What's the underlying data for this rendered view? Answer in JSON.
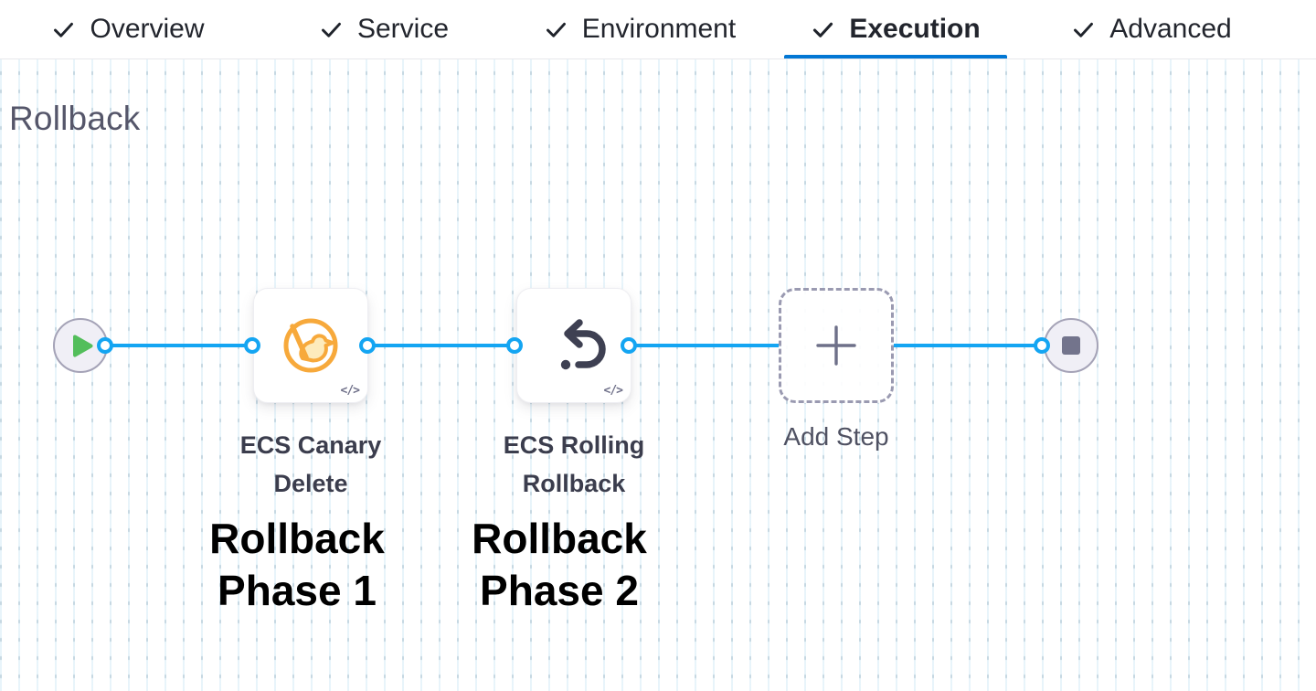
{
  "header": {
    "tabs": [
      {
        "label": "Overview",
        "status": "completed",
        "active": false
      },
      {
        "label": "Service",
        "status": "completed",
        "active": false
      },
      {
        "label": "Environment",
        "status": "completed",
        "active": false
      },
      {
        "label": "Execution",
        "status": "completed",
        "active": true
      },
      {
        "label": "Advanced",
        "status": "completed",
        "active": false
      }
    ]
  },
  "canvas": {
    "section_title": "Rollback",
    "start_node": "play",
    "end_node": "stop",
    "steps": [
      {
        "name": "ECS Canary Delete",
        "icon": "canary-delete-icon",
        "badge": "</>",
        "phase_annotation": "Rollback Phase 1"
      },
      {
        "name": "ECS Rolling Rollback",
        "icon": "rollback-arrow-icon",
        "badge": "</>",
        "phase_annotation": "Rollback Phase 2"
      }
    ],
    "add_step_label": "Add Step"
  },
  "colors": {
    "edge_blue": "#14a5f2",
    "tab_underline_blue": "#0277d4",
    "canary_orange": "#f7a93b",
    "icon_slate": "#3e4052",
    "play_green": "#53be5b",
    "stop_gray": "#73748c",
    "annotation_black": "#000000",
    "grid_dash": "#c6d8e2"
  }
}
